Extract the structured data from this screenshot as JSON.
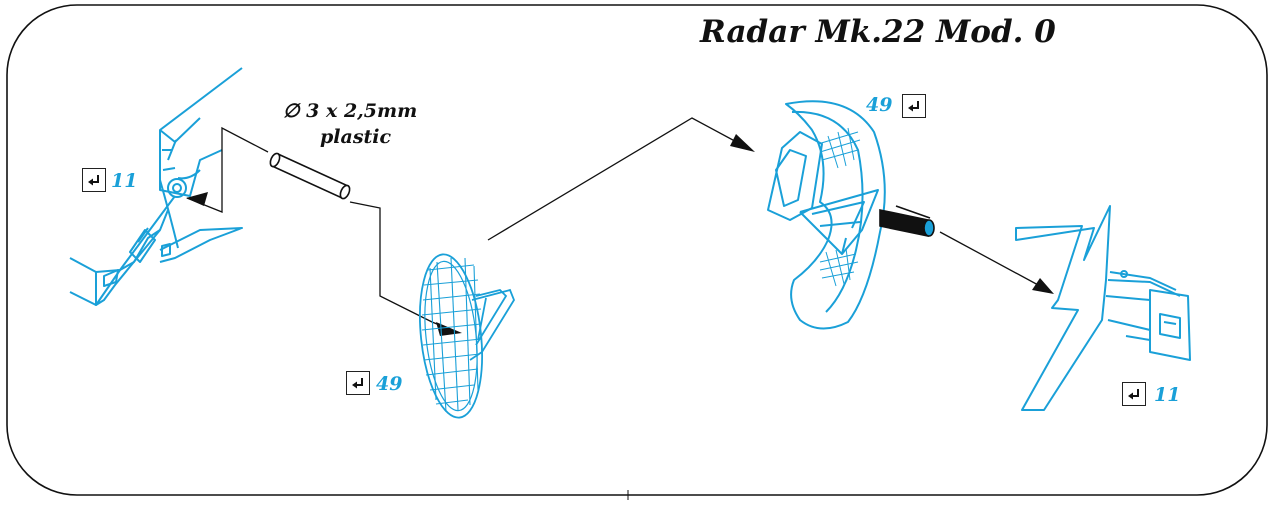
{
  "title": "Radar Mk.22 Mod. 0",
  "rod": {
    "dimension": "∅ 3 x 2,5mm",
    "material": "plastic"
  },
  "refs": {
    "left_bracket": "11",
    "front_dish": "49",
    "rear_dish": "49",
    "right_bracket": "11"
  },
  "icons": {
    "ref_marker": "bent-arrow-icon",
    "direction_marker": "arrowhead-icon"
  },
  "colors": {
    "part_line": "#1aa0d8",
    "leader_line": "#111111",
    "ref_number": "#1aa0d8"
  }
}
